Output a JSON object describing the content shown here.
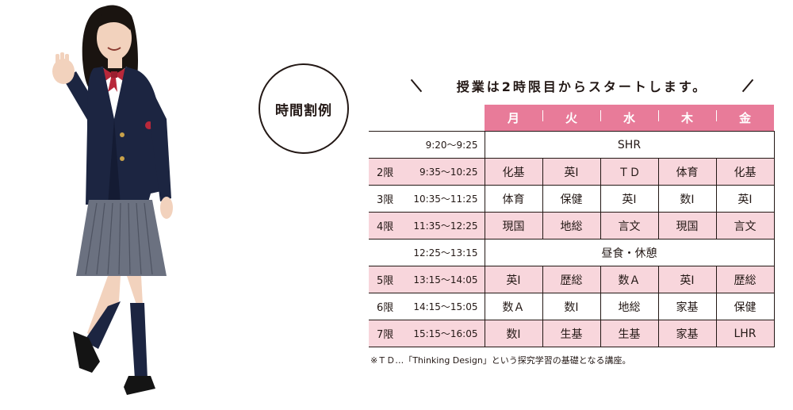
{
  "badge": {
    "label": "時間割例"
  },
  "heading": {
    "text": "授業は2時限目からスタートします。"
  },
  "timetable": {
    "days": [
      "月",
      "火",
      "水",
      "木",
      "金"
    ],
    "rows": [
      {
        "period": "",
        "time": "9:20〜9:25",
        "merged": "SHR",
        "subjects": []
      },
      {
        "period": "2限",
        "time": "9:35〜10:25",
        "merged": null,
        "subjects": [
          "化基",
          "英Ⅰ",
          "ＴＤ",
          "体育",
          "化基"
        ]
      },
      {
        "period": "3限",
        "time": "10:35〜11:25",
        "merged": null,
        "subjects": [
          "体育",
          "保健",
          "英Ⅰ",
          "数Ⅰ",
          "英Ⅰ"
        ]
      },
      {
        "period": "4限",
        "time": "11:35〜12:25",
        "merged": null,
        "subjects": [
          "現国",
          "地総",
          "言文",
          "現国",
          "言文"
        ]
      },
      {
        "period": "",
        "time": "12:25〜13:15",
        "merged": "昼食・休憩",
        "subjects": []
      },
      {
        "period": "5限",
        "time": "13:15〜14:05",
        "merged": null,
        "subjects": [
          "英Ⅰ",
          "歴総",
          "数Ａ",
          "英Ⅰ",
          "歴総"
        ]
      },
      {
        "period": "6限",
        "time": "14:15〜15:05",
        "merged": null,
        "subjects": [
          "数Ａ",
          "数Ⅰ",
          "地総",
          "家基",
          "保健"
        ]
      },
      {
        "period": "7限",
        "time": "15:15〜16:05",
        "merged": null,
        "subjects": [
          "数Ⅰ",
          "生基",
          "生基",
          "家基",
          "LHR"
        ]
      }
    ]
  },
  "footnote": "※ＴＤ…「Thinking Design」という探究学習の基礎となる講座。",
  "colors": {
    "header_pink": "#e87b99",
    "row_pink": "#f8d6dc",
    "blazer_navy": "#1c2541",
    "ribbon_red": "#b8283a"
  },
  "image": {
    "subject": "student-in-school-uniform"
  }
}
